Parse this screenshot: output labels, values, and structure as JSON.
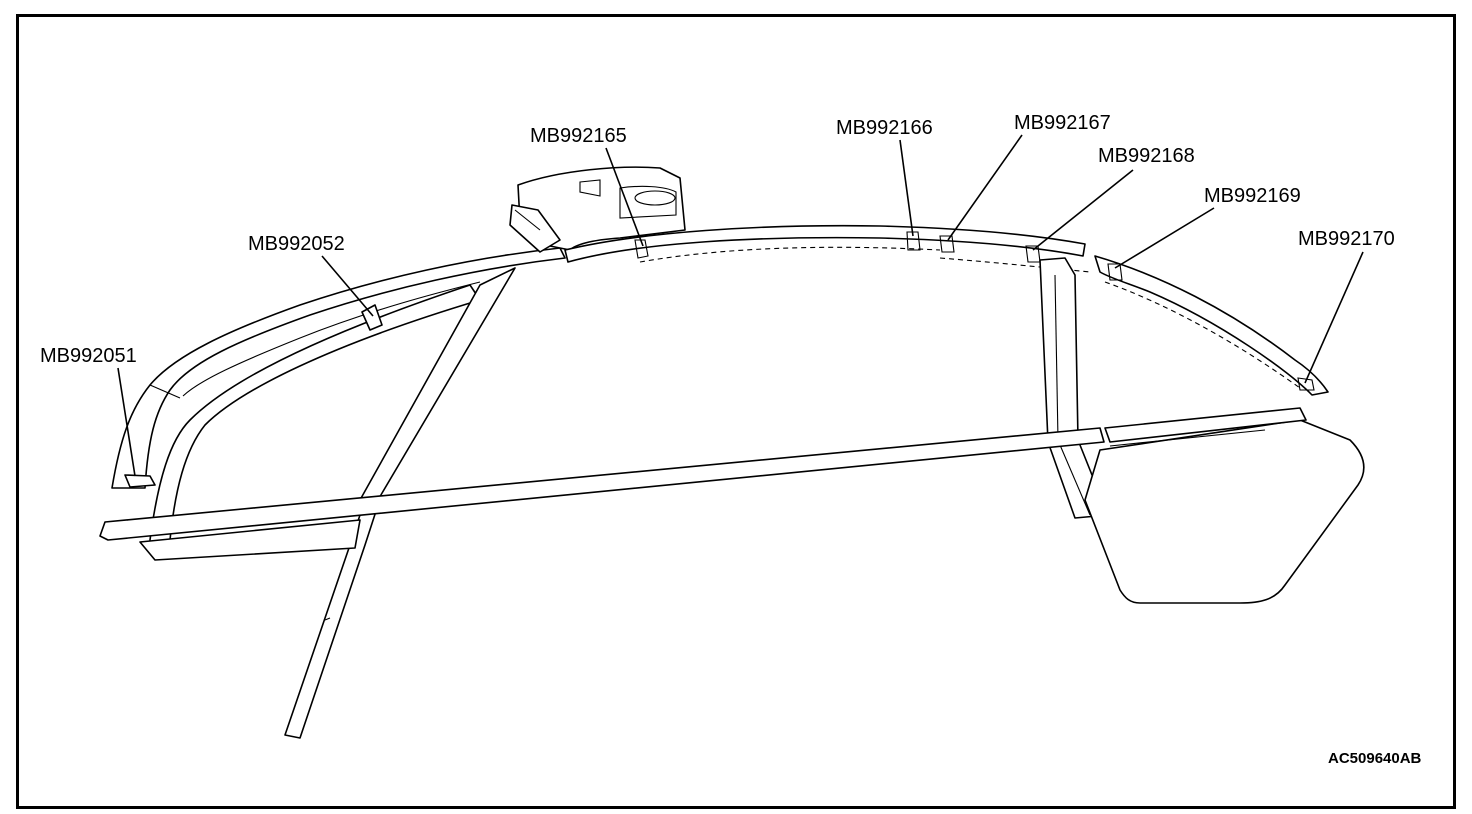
{
  "labels": {
    "mb992051": "MB992051",
    "mb992052": "MB992052",
    "mb992165": "MB992165",
    "mb992166": "MB992166",
    "mb992167": "MB992167",
    "mb992168": "MB992168",
    "mb992169": "MB992169",
    "mb992170": "MB992170"
  },
  "figure_id": "AC509640AB"
}
